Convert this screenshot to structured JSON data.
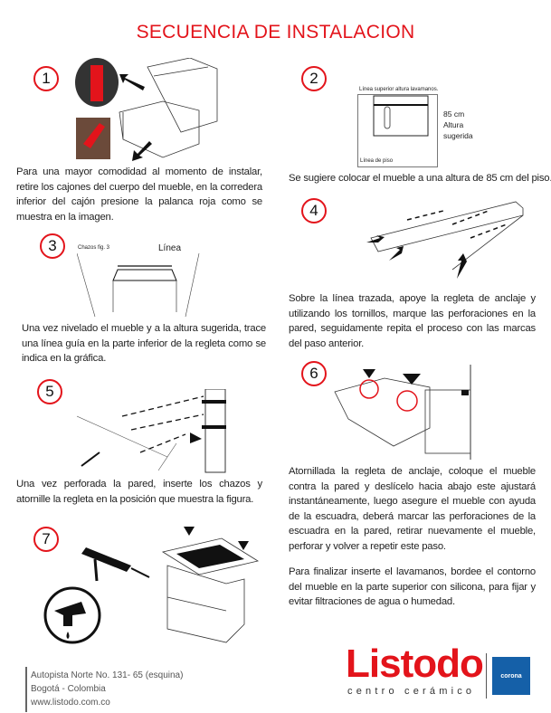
{
  "title": "SECUENCIA DE INSTALACION",
  "steps": [
    {
      "number": "1",
      "text": "Para una mayor comodidad al momento de instalar, retire los cajones del cuerpo del mueble, en la corredera inferior del cajón presione la palanca roja como se muestra en la imagen."
    },
    {
      "number": "2",
      "text": "Se sugiere colocar el mueble a una altura de 85 cm del piso.",
      "labels": {
        "top": "Línea superior altura lavamanos.",
        "height": "85 cm",
        "height_caption_1": "Altura",
        "height_caption_2": "sugerida",
        "floor": "Línea de piso"
      }
    },
    {
      "number": "3",
      "text": "Una vez nivelado el mueble y a la altura sugerida, trace una línea guía en la parte inferior de la regleta como se indica en la gráfica.",
      "labels": {
        "chazos": "Chazos fig. 3",
        "linea": "Línea"
      }
    },
    {
      "number": "4",
      "text": "Sobre la línea trazada, apoye la regleta de anclaje y utilizando los tornillos, marque las perforaciones en la pared, seguidamente repita el proceso con las marcas del paso anterior."
    },
    {
      "number": "5",
      "text": "Una vez perforada la pared, inserte los chazos y atornille la regleta en la posición que muestra la figura."
    },
    {
      "number": "6",
      "text": "Atornillada la regleta de anclaje, coloque el mueble contra la pared y deslícelo hacia abajo este ajustará instantáneamente, luego asegure el mueble con ayuda de la escuadra, deberá marcar las perforaciones de la escuadra en la pared, retirar nuevamente el mueble, perforar y volver a repetir este paso."
    },
    {
      "number": "7",
      "text": "Para finalizar inserte el lavamanos, bordee el contorno del mueble en la parte superior con silicona, para fijar y evitar filtraciones de agua o humedad."
    }
  ],
  "footer": {
    "address": "Autopista Norte No. 131- 65 (esquina)",
    "city": "Bogotá - Colombia",
    "web": "www.listodo.com.co"
  },
  "logo": {
    "brand": "Listodo",
    "tagline": "centro cerámico",
    "partner": "corona"
  },
  "colors": {
    "accent": "#e3141b",
    "corona": "#1560a8"
  }
}
